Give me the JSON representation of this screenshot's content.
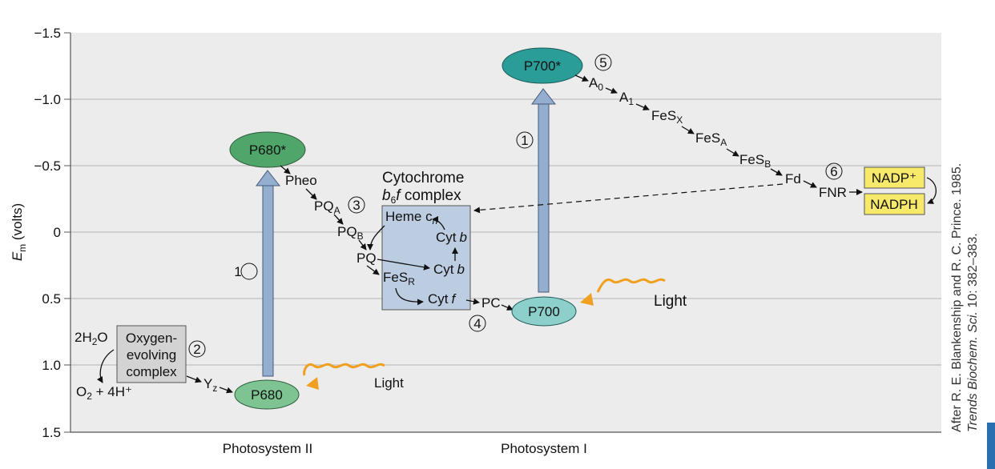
{
  "axis": {
    "ylabel_main": "E",
    "ylabel_sub": "m",
    "ylabel_unit": " (volts)",
    "ticks": [
      "−1.5",
      "−1.0",
      "−0.5",
      "0",
      "0.5",
      "1.0",
      "1.5"
    ]
  },
  "bottom_labels": {
    "ps2": "Photosystem II",
    "ps1": "Photosystem I"
  },
  "nodes": {
    "p680_star": "P680*",
    "p680": "P680",
    "p700_star": "P700*",
    "p700": "P700",
    "pheo": "Pheo",
    "pqa": "PQ",
    "pqa_sub": "A",
    "pqb": "PQ",
    "pqb_sub": "B",
    "pq": "PQ",
    "fesr": "FeS",
    "fesr_sub": "R",
    "cyt_f": "Cyt",
    "cyt_f_it": "f",
    "pc": "PC",
    "yz": "Y",
    "yz_sub": "z",
    "heme": "Heme c",
    "heme_sub": "n",
    "cytb_top": "Cyt",
    "cytb_top_it": "b",
    "cytb_low": "Cyt",
    "cytb_low_it": "b",
    "a0": "A",
    "a0_sub": "0",
    "a1": "A",
    "a1_sub": "1",
    "fesx": "FeS",
    "fesx_sub": "X",
    "fesa": "FeS",
    "fesa_sub": "A",
    "fesb": "FeS",
    "fesb_sub": "B",
    "fd": "Fd",
    "fnr": "FNR",
    "nadp": "NADP⁺",
    "nadph": "NADPH",
    "h2o": "2H",
    "h2o_sub": "2",
    "h2o_end": "O",
    "o2": "O",
    "o2_sub": "2",
    "o2_end": " + 4H⁺"
  },
  "complexes": {
    "cyt_title1": "Cytochrome",
    "cyt_title2a": "b",
    "cyt_title2sub": "6",
    "cyt_title2b": "f",
    "cyt_title2c": " complex",
    "oec_line1": "Oxygen-",
    "oec_line2": "evolving",
    "oec_line3": "complex"
  },
  "light_labels": {
    "ps2": "Light",
    "ps1": "Light"
  },
  "step_numbers": {
    "one_ps2": "1",
    "one_ps1": "1",
    "two": "2",
    "three": "3",
    "four": "4",
    "five": "5",
    "six": "6"
  },
  "credit": {
    "line1": "After R. E. Blankenship and R. C. Prince. 1985.",
    "line2_italic": "Trends Biochem. Sci.",
    "line2_rest": " 10: 382–383."
  },
  "colors": {
    "p680_star": "#4fa56a",
    "p680": "#7dc492",
    "p700_star": "#2a9d98",
    "p700": "#8ccfcb",
    "cyt_box": "#bccde2",
    "oec_box": "#d3d3d3",
    "nadp_box": "#f7e96a",
    "arrow_shaft": "#94aed0",
    "light_wave": "#f0a020"
  }
}
